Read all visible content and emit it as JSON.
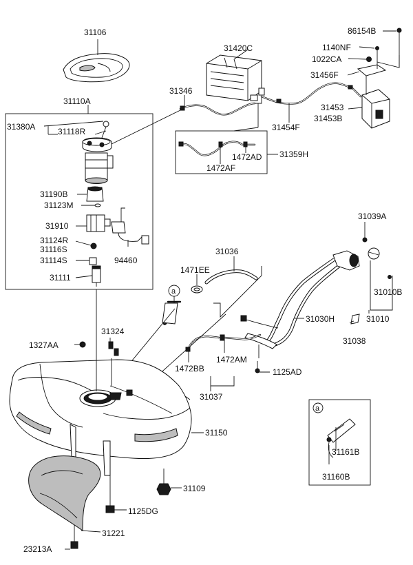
{
  "labels": {
    "p31106": "31106",
    "p31420C": "31420C",
    "p86154B": "86154B",
    "p1140NF": "1140NF",
    "p1022CA": "1022CA",
    "p31456F": "31456F",
    "p31346": "31346",
    "p31110A": "31110A",
    "p31380A": "31380A",
    "p31118R": "31118R",
    "p31453": "31453",
    "p31453B": "31453B",
    "p31454F": "31454F",
    "p1472AD": "1472AD",
    "p31359H": "31359H",
    "p1472AF": "1472AF",
    "p31190B": "31190B",
    "p31123M": "31123M",
    "p31910": "31910",
    "p31124R": "31124R",
    "p31116S": "31116S",
    "p31114S": "31114S",
    "p31111": "31111",
    "p94460": "94460",
    "p31039A": "31039A",
    "p31036": "31036",
    "p1471EE": "1471EE",
    "p31010B": "31010B",
    "p31010": "31010",
    "p31030H": "31030H",
    "p31038": "31038",
    "p31324": "31324",
    "p1327AA": "1327AA",
    "p1472BB": "1472BB",
    "p1472AM": "1472AM",
    "p1125AD": "1125AD",
    "p31037": "31037",
    "p31150": "31150",
    "p31161B": "31161B",
    "p31160B": "31160B",
    "p31109": "31109",
    "p1125DG": "1125DG",
    "p31221": "31221",
    "p23213A": "23213A",
    "callout_a": "a",
    "inset_a": "a"
  }
}
